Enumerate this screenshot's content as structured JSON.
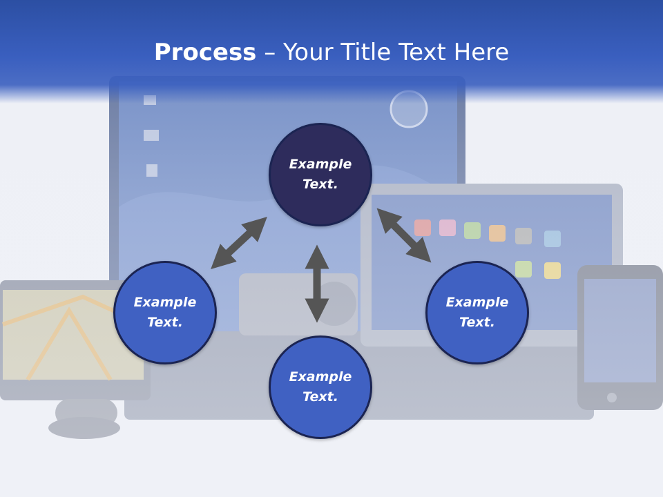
{
  "slide": {
    "title_bold": "Process",
    "title_rest": " – Your Title Text Here"
  },
  "diagram": {
    "top": "Example Text.",
    "left": "Example Text.",
    "right": "Example Text.",
    "bottom": "Example Text."
  },
  "colors": {
    "header": "#3a5fbf",
    "top_circle": "#2e2c5c",
    "other_circles": "#4061c2",
    "arrows": "#555555"
  }
}
